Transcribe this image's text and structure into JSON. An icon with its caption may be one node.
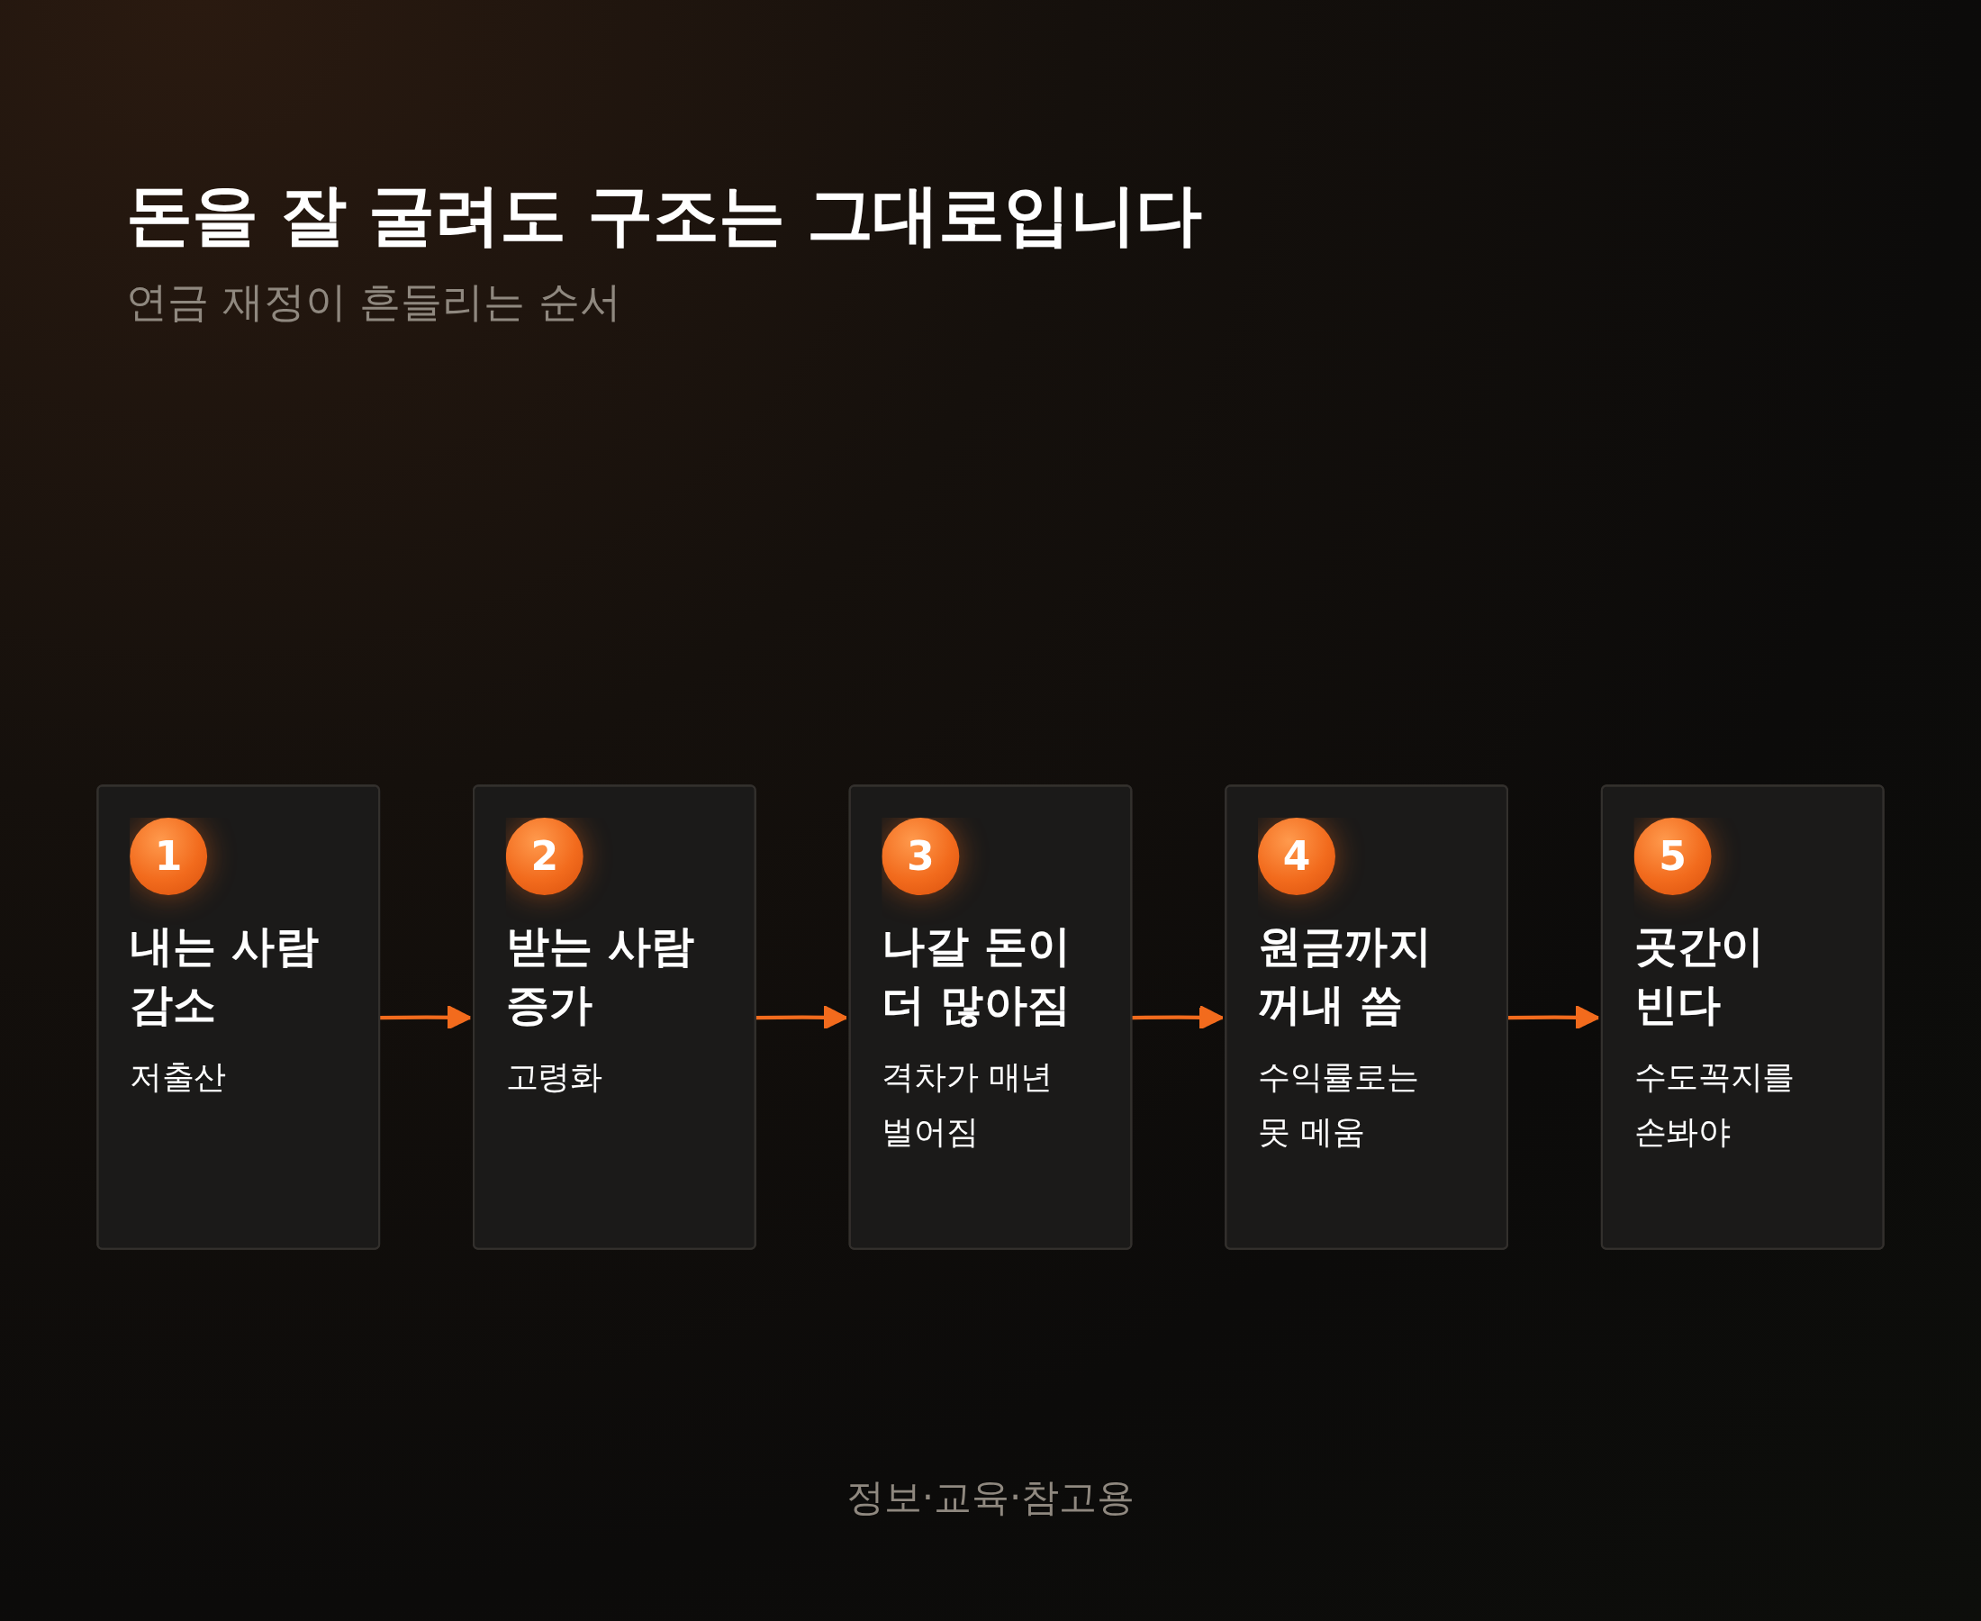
{
  "diagram": {
    "title": "돈을 잘 굴려도 구조는 그대로입니다",
    "nodes": [
      {
        "text": [
          "1",
          "내는 사람 감소",
          "저출산"
        ]
      },
      {
        "text": [
          "2",
          "받는 사람 증가",
          "고령화"
        ]
      },
      {
        "text": [
          "3",
          "나갈 돈이 더 많아짐",
          "격차가 매년 벌어짐"
        ]
      },
      {
        "text": [
          "4",
          "원금까지 꺼내 씀",
          "수익률로는 못 메움"
        ]
      },
      {
        "text": [
          "5",
          "곳간이 빈다",
          "수도꼭지를 손봐야"
        ]
      }
    ],
    "edges": [
      {
        "from": 0,
        "to": 1,
        "arrow": "to"
      },
      {
        "from": 1,
        "to": 2,
        "arrow": "to"
      },
      {
        "from": 2,
        "to": 3,
        "arrow": "to"
      },
      {
        "from": 3,
        "to": 4,
        "arrow": "to"
      }
    ],
    "labels": [
      "연금 재정이 흔들리는 순서",
      "정보·교육·참고용"
    ]
  }
}
